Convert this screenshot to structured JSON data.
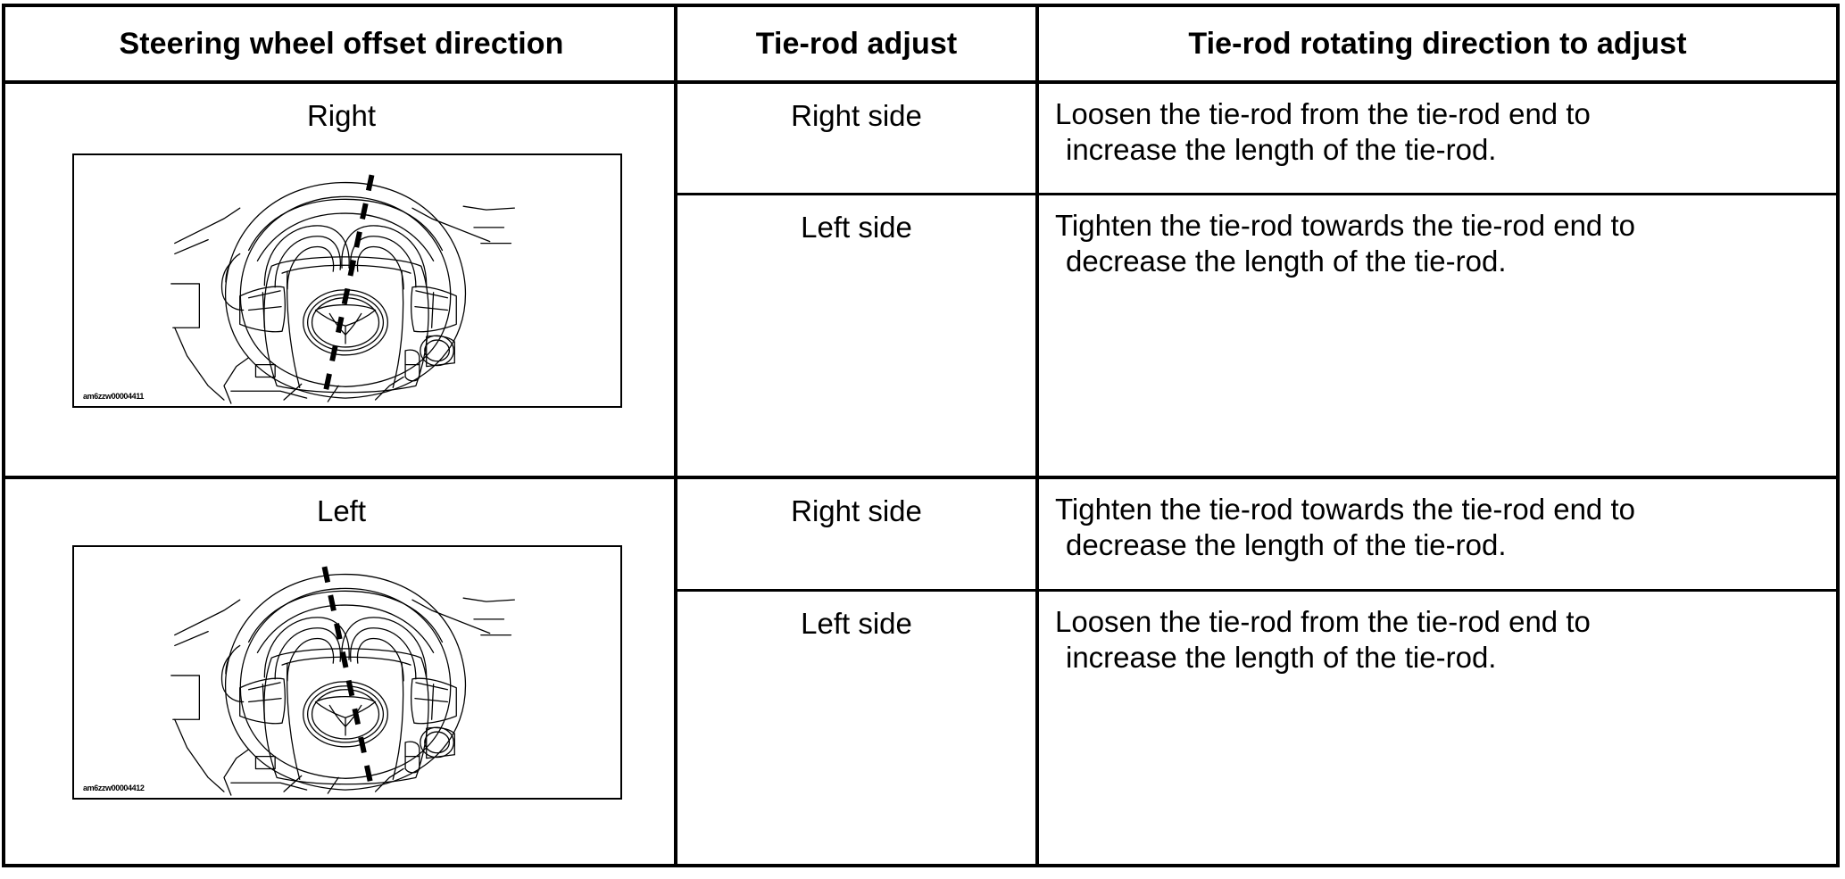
{
  "table": {
    "headers": [
      "Steering wheel offset direction",
      "Tie-rod adjust",
      "Tie-rod rotating direction to adjust"
    ],
    "rows": [
      {
        "offset_direction": "Right",
        "figure": {
          "name": "steering-wheel-offset-right",
          "tilt": "right",
          "id_code": "am6zzw00004411"
        },
        "adjustments": [
          {
            "side": "Right side",
            "instruction_line1": "Loosen the tie-rod from the tie-rod end to",
            "instruction_line2": "increase the length of the tie-rod."
          },
          {
            "side": "Left side",
            "instruction_line1": "Tighten the tie-rod towards the tie-rod end to",
            "instruction_line2": "decrease the length of the tie-rod."
          }
        ]
      },
      {
        "offset_direction": "Left",
        "figure": {
          "name": "steering-wheel-offset-left",
          "tilt": "left",
          "id_code": "am6zzw00004412"
        },
        "adjustments": [
          {
            "side": "Right side",
            "instruction_line1": "Tighten the tie-rod towards the tie-rod end to",
            "instruction_line2": "decrease the length of the tie-rod."
          },
          {
            "side": "Left side",
            "instruction_line1": "Loosen the tie-rod from the tie-rod end to",
            "instruction_line2": "increase the length of the tie-rod."
          }
        ]
      }
    ]
  },
  "colors": {
    "ink": "#000000",
    "paper": "#ffffff"
  }
}
